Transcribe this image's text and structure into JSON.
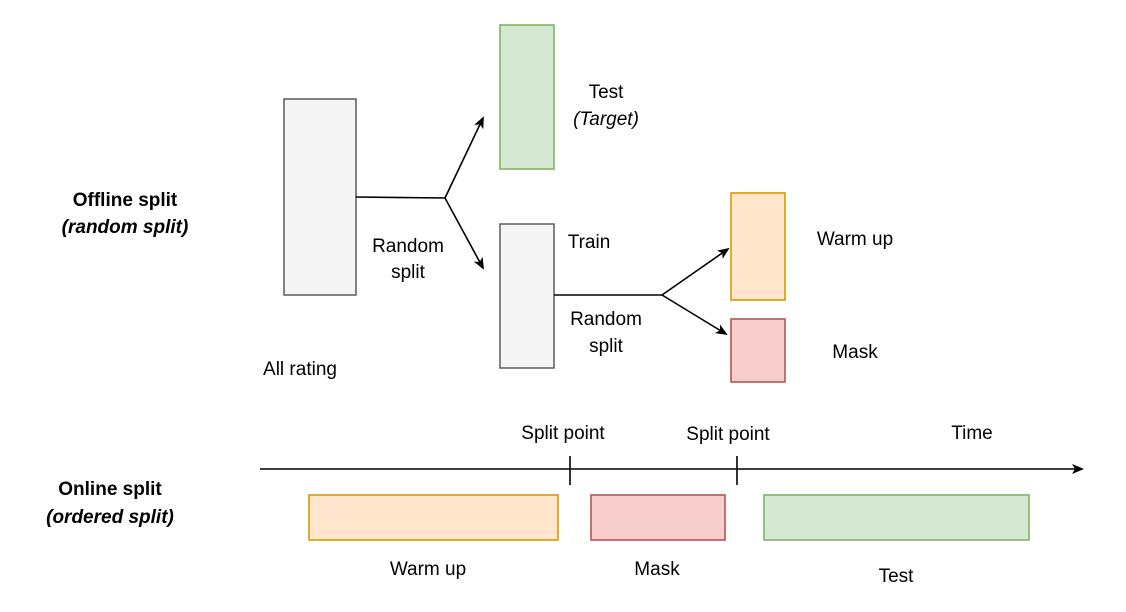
{
  "colors": {
    "gray_fill": "#f5f5f5",
    "gray_stroke": "#666666",
    "green_fill": "#d5e8d4",
    "green_stroke": "#82b366",
    "orange_fill": "#ffe6cc",
    "orange_stroke": "#d79b00",
    "red_fill": "#f8cecc",
    "red_stroke": "#b85450",
    "line": "#000000"
  },
  "offline": {
    "title": "Offline split",
    "subtitle": "(random split)",
    "all_rating_label": "All rating",
    "random_split_1": [
      "Random",
      "split"
    ],
    "test_label": "Test",
    "test_sub": "(Target)",
    "train_label": "Train",
    "random_split_2": [
      "Random",
      "split"
    ],
    "warmup_label": "Warm up",
    "mask_label": "Mask"
  },
  "online": {
    "title": "Online split",
    "subtitle": "(ordered split)",
    "split_point_1": "Split point",
    "split_point_2": "Split point",
    "time_label": "Time",
    "warmup_label": "Warm up",
    "mask_label": "Mask",
    "test_label": "Test"
  }
}
